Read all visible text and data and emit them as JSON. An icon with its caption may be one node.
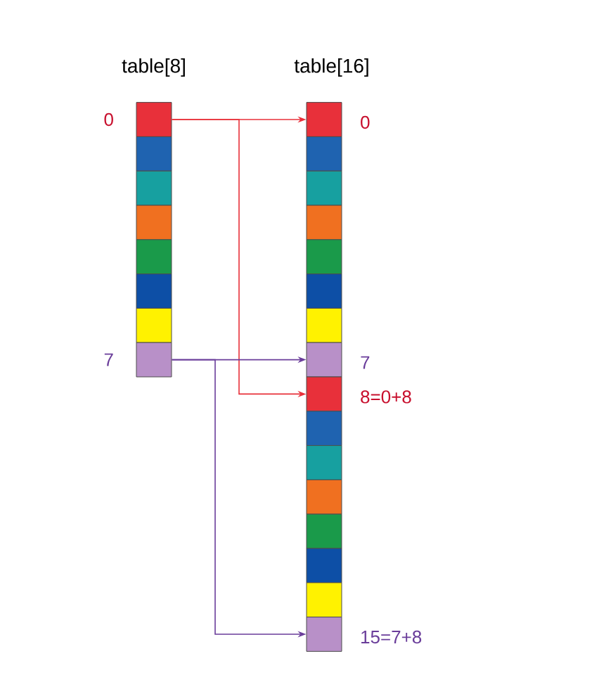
{
  "diagram": {
    "nodes": [
      {
        "text": [],
        "shape": "box",
        "beside": [
          "0"
        ]
      },
      {
        "text": [],
        "shape": "box"
      },
      {
        "text": [],
        "shape": "box"
      },
      {
        "text": [],
        "shape": "box"
      },
      {
        "text": [],
        "shape": "box"
      },
      {
        "text": [],
        "shape": "box"
      },
      {
        "text": [],
        "shape": "box"
      },
      {
        "text": [],
        "shape": "box",
        "beside": [
          "7"
        ]
      },
      {
        "text": [],
        "shape": "box",
        "beside": [
          "0"
        ]
      },
      {
        "text": [],
        "shape": "box"
      },
      {
        "text": [],
        "shape": "box"
      },
      {
        "text": [],
        "shape": "box"
      },
      {
        "text": [],
        "shape": "box"
      },
      {
        "text": [],
        "shape": "box"
      },
      {
        "text": [],
        "shape": "box"
      },
      {
        "text": [],
        "shape": "box",
        "beside": [
          "7"
        ]
      },
      {
        "text": [],
        "shape": "box",
        "beside": [
          "8=0+8"
        ]
      },
      {
        "text": [],
        "shape": "box"
      },
      {
        "text": [],
        "shape": "box"
      },
      {
        "text": [],
        "shape": "box"
      },
      {
        "text": [],
        "shape": "box"
      },
      {
        "text": [],
        "shape": "box"
      },
      {
        "text": [],
        "shape": "box"
      },
      {
        "text": [],
        "shape": "box",
        "beside": [
          "15=7+8"
        ]
      }
    ],
    "edges": [
      {
        "from": 0,
        "to": 8,
        "arrow": "to",
        "color": "#e8303a"
      },
      {
        "from": 0,
        "to": 16,
        "arrow": "to",
        "color": "#e8303a"
      },
      {
        "from": 7,
        "to": 15,
        "arrow": "to",
        "color": "#6a3d9a"
      },
      {
        "from": 7,
        "to": 23,
        "arrow": "to",
        "color": "#6a3d9a"
      }
    ],
    "labels": [
      "table[8]",
      "table[16]"
    ]
  }
}
